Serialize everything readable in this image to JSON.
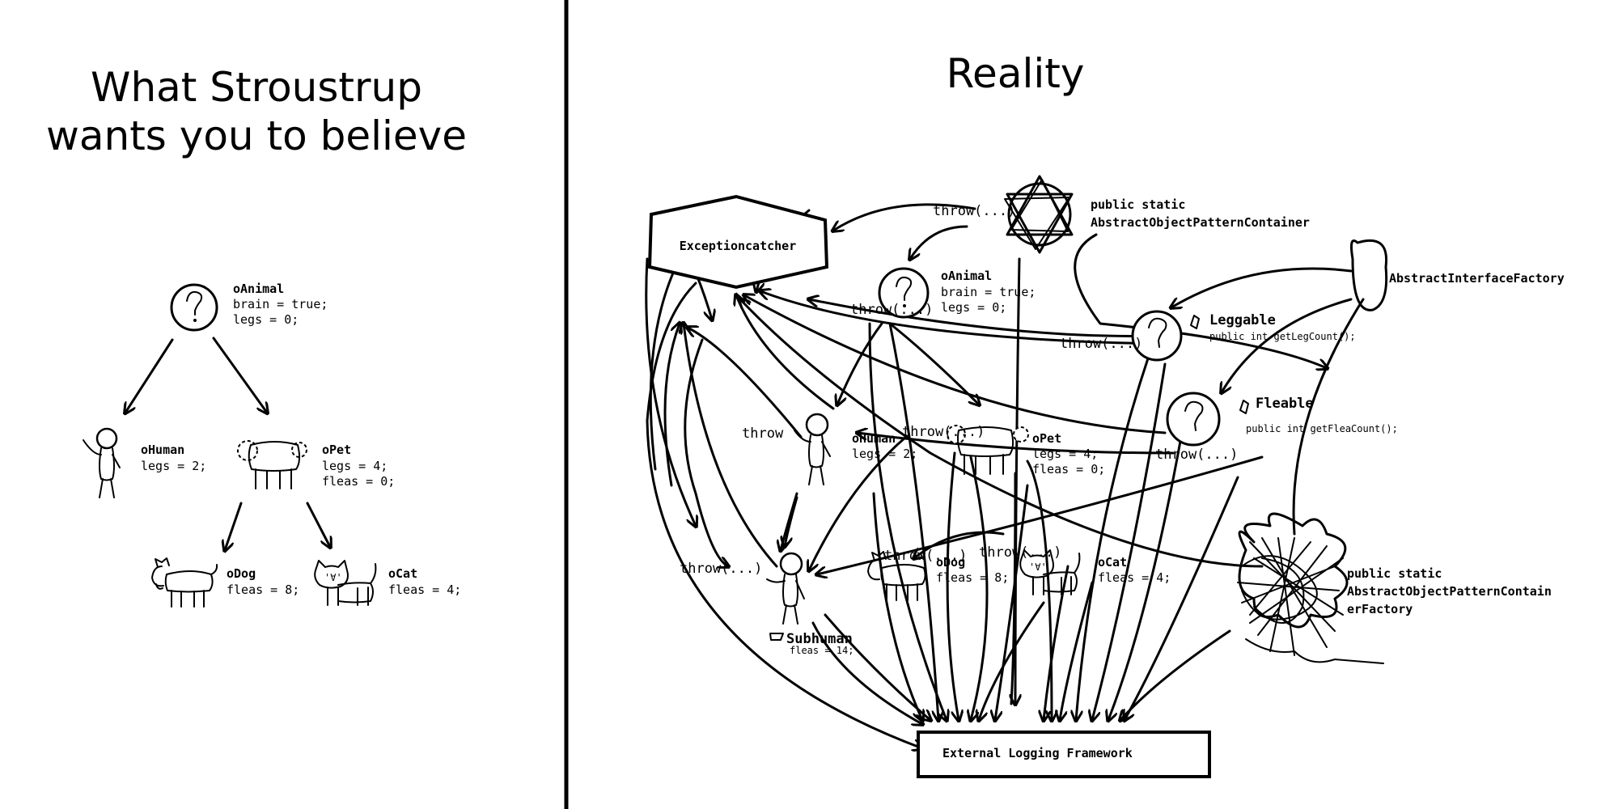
{
  "left": {
    "title_line1": "What Stroustrup",
    "title_line2": "wants you to believe",
    "nodes": {
      "animal": {
        "name": "oAnimal",
        "props": [
          "brain = true;",
          "legs = 0;"
        ]
      },
      "human": {
        "name": "oHuman",
        "props": [
          "legs = 2;"
        ]
      },
      "pet": {
        "name": "oPet",
        "props": [
          "legs = 4;",
          "fleas = 0;"
        ]
      },
      "dog": {
        "name": "oDog",
        "props": [
          "fleas = 8;"
        ]
      },
      "cat": {
        "name": "oCat",
        "props": [
          "fleas = 4;"
        ]
      }
    }
  },
  "right": {
    "title": "Reality",
    "exception_catcher": "Exceptioncatcher",
    "logging_framework": "External Logging Framework",
    "apoc": {
      "line1": "public static",
      "line2": "AbstractObjectPatternContainer"
    },
    "apocf": {
      "line1": "public static",
      "line2": "AbstractObjectPatternContain",
      "line3": "erFactory"
    },
    "interface_factory": "AbstractInterfaceFactory",
    "leggable": {
      "name": "Leggable",
      "method": "public int getLegCount();"
    },
    "fleable": {
      "name": "Fleable",
      "method": "public int getFleaCount();"
    },
    "nodes": {
      "animal": {
        "name": "oAnimal",
        "props": [
          "brain = true;",
          "legs = 0;"
        ]
      },
      "human": {
        "name": "oHuman",
        "props": [
          "legs = 2;"
        ]
      },
      "pet": {
        "name": "oPet",
        "props": [
          "legs = 4;",
          "fleas = 0;"
        ]
      },
      "dog": {
        "name": "oDog",
        "props": [
          "fleas = 8;"
        ]
      },
      "cat": {
        "name": "oCat",
        "props": [
          "fleas = 4;"
        ]
      },
      "subhuman": {
        "name": "Subhuman",
        "props": [
          "fleas = 14;"
        ]
      }
    },
    "throw_label": "throw(...)",
    "throw_short": "throw"
  },
  "colors": {
    "ink": "#000000",
    "paper": "#ffffff"
  }
}
